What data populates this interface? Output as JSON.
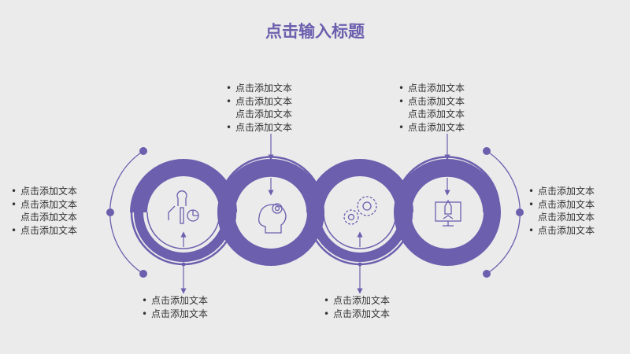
{
  "title": "点击输入标题",
  "colors": {
    "accent": "#6b5fae",
    "background": "#ebebeb",
    "text": "#333333"
  },
  "steps": [
    {
      "icon": "person-chart-icon",
      "lines": [
        "点击添加文本",
        "点击添加文本"
      ]
    },
    {
      "icon": "head-gear-icon",
      "lines": [
        "点击添加文本",
        "点击添加文本",
        "点击添加文本",
        "点击添加文本"
      ]
    },
    {
      "icon": "gears-icon",
      "lines": [
        "点击添加文本",
        "点击添加文本"
      ]
    },
    {
      "icon": "monitor-rocket-icon",
      "lines": [
        "点击添加文本",
        "点击添加文本",
        "点击添加文本",
        "点击添加文本"
      ]
    }
  ],
  "side_left": {
    "lines": [
      "点击添加文本",
      "点击添加文本",
      "点击添加文本",
      "点击添加文本"
    ]
  },
  "side_right": {
    "lines": [
      "点击添加文本",
      "点击添加文本",
      "点击添加文本",
      "点击添加文本"
    ]
  }
}
